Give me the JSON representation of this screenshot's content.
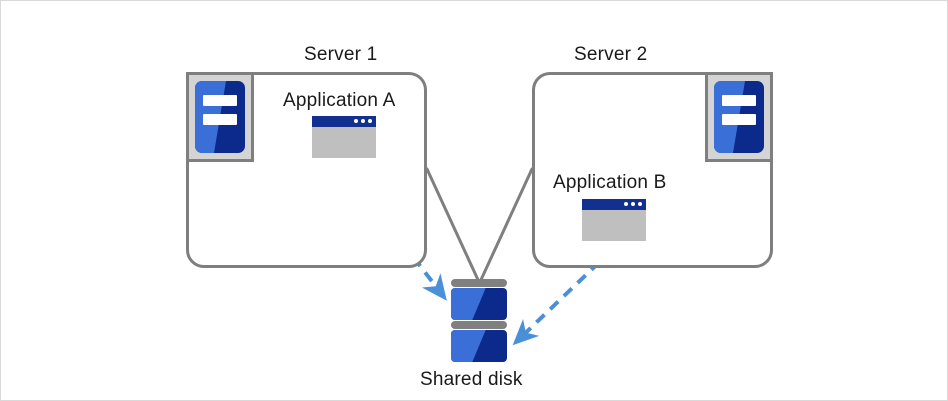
{
  "diagram": {
    "title_hidden": "Two-server shared disk cluster",
    "background_color": "#ffffff",
    "frame_border_color": "#d9d9d9"
  },
  "palette": {
    "box_border": "#7f7f7f",
    "connector_line": "#7f7f7f",
    "arrow_blue": "#4a90d9",
    "icon_blue_dark": "#0b2a8c",
    "icon_blue_light": "#3a6fd8",
    "window_body_gray": "#bfbfbf",
    "window_titlebar": "#12308f",
    "badge_plate_gray": "#d4d4d4",
    "disk_cap_gray": "#808080",
    "text_color": "#1a1a1a"
  },
  "servers": [
    {
      "id": "server1",
      "title": "Server 1",
      "application_label": "Application A",
      "badge_icon": "server-rack-icon",
      "badge_position": "top-left",
      "app_icon": "application-window-icon"
    },
    {
      "id": "server2",
      "title": "Server 2",
      "application_label": "Application B",
      "badge_icon": "server-rack-icon",
      "badge_position": "top-right",
      "app_icon": "application-window-icon"
    }
  ],
  "storage": {
    "id": "shared-disk",
    "label": "Shared disk",
    "icon": "disk-stack-icon",
    "platter_count": 2
  },
  "connections": [
    {
      "id": "server1-to-disk",
      "style": "solid",
      "color": "#7f7f7f",
      "from": "server1",
      "to": "shared-disk",
      "arrowhead": false
    },
    {
      "id": "server2-to-disk",
      "style": "solid",
      "color": "#7f7f7f",
      "from": "server2",
      "to": "shared-disk",
      "arrowhead": false
    },
    {
      "id": "appA-to-disk",
      "style": "dashed",
      "color": "#4a90d9",
      "from": "Application A",
      "to": "shared-disk",
      "arrowhead": true
    },
    {
      "id": "appB-to-disk",
      "style": "dashed",
      "color": "#4a90d9",
      "from": "Application B",
      "to": "shared-disk",
      "arrowhead": true
    }
  ]
}
